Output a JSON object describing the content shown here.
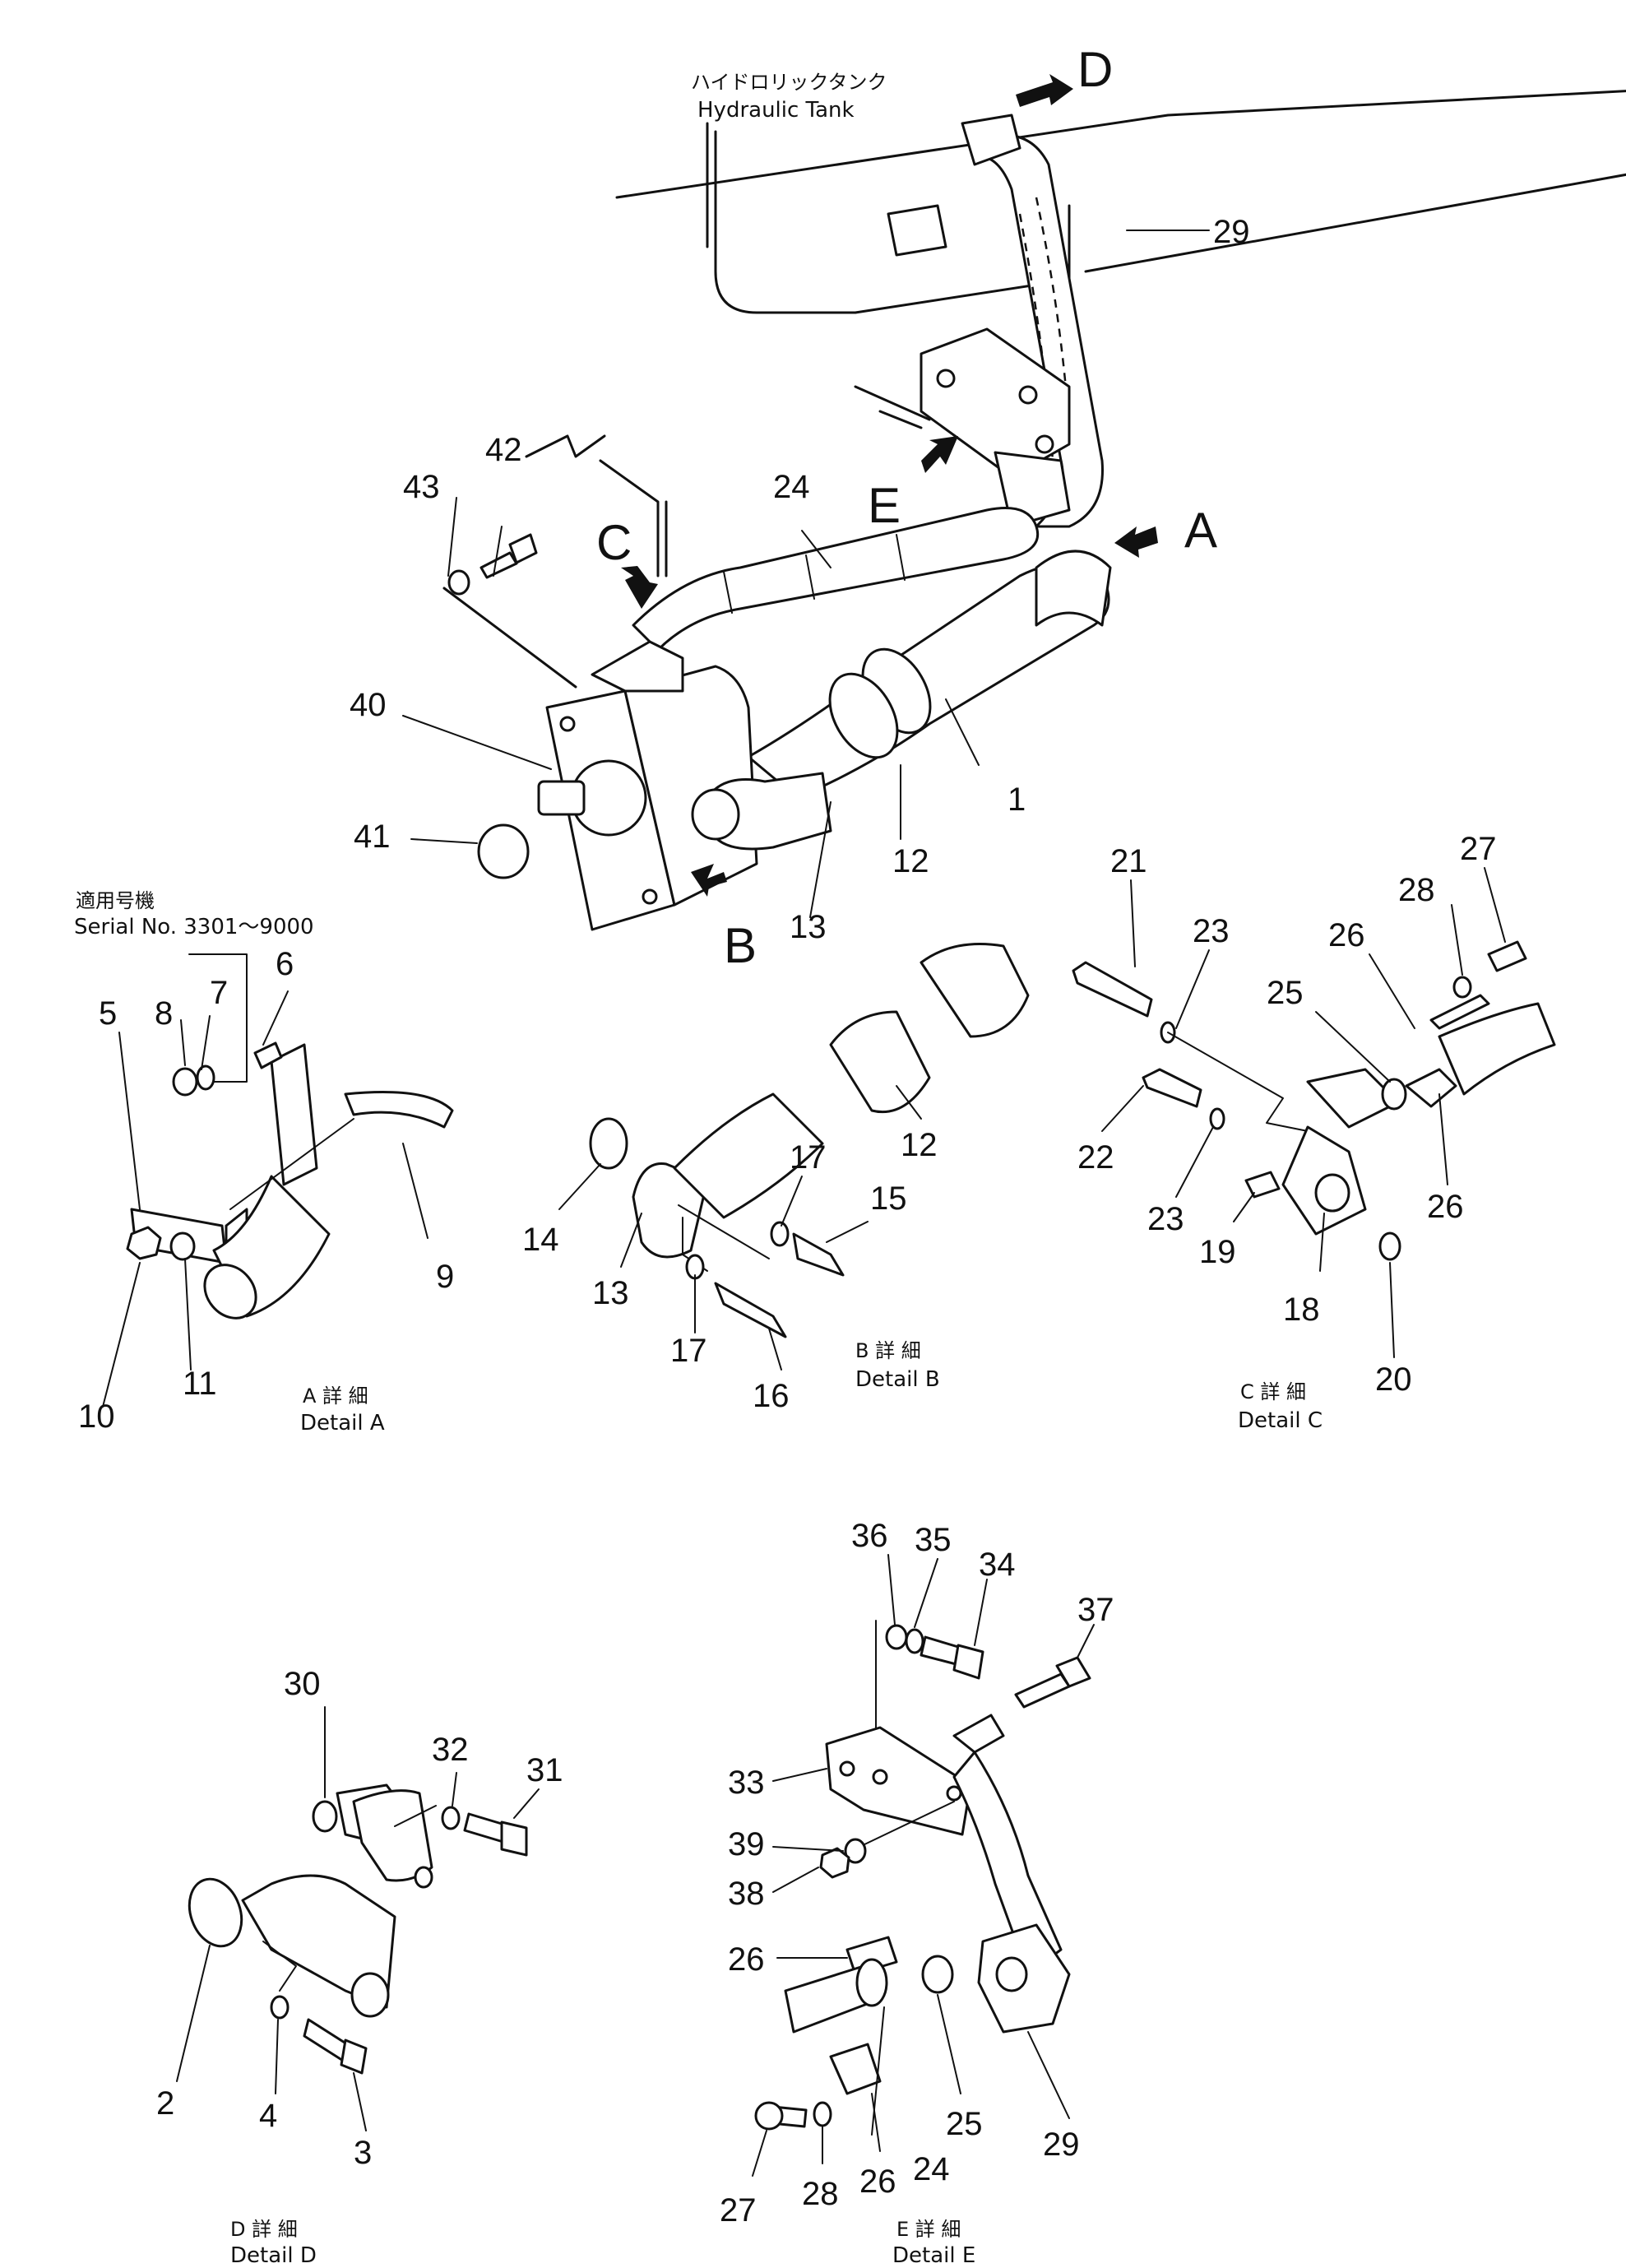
{
  "tank": {
    "label_jp": "ハイドロリックタンク",
    "label_en": "Hydraulic Tank"
  },
  "serial": {
    "label_jp": "適用号機",
    "label_en": "Serial No. 3301～9000"
  },
  "view_markers": [
    "A",
    "B",
    "C",
    "D",
    "E"
  ],
  "details": {
    "A": {
      "jp": "A 詳 細",
      "en": "Detail A"
    },
    "B": {
      "jp": "B 詳 細",
      "en": "Detail B"
    },
    "C": {
      "jp": "C 詳 細",
      "en": "Detail C"
    },
    "D": {
      "jp": "D 詳 細",
      "en": "Detail D"
    },
    "E": {
      "jp": "E 詳 細",
      "en": "Detail E"
    }
  },
  "part_numbers": {
    "main": [
      "43",
      "42",
      "24",
      "29",
      "40",
      "41",
      "1",
      "12",
      "13"
    ],
    "detail_a": [
      "5",
      "8",
      "7",
      "6",
      "9",
      "10",
      "11"
    ],
    "detail_b": [
      "14",
      "13",
      "17",
      "17",
      "15",
      "16",
      "12"
    ],
    "detail_c": [
      "21",
      "23",
      "22",
      "23",
      "19",
      "18",
      "20",
      "25",
      "26",
      "26",
      "28",
      "27"
    ],
    "detail_d": [
      "30",
      "32",
      "31",
      "2",
      "4",
      "3"
    ],
    "detail_e": [
      "36",
      "35",
      "34",
      "37",
      "33",
      "39",
      "38",
      "26",
      "25",
      "29",
      "24",
      "26",
      "28",
      "27"
    ]
  }
}
